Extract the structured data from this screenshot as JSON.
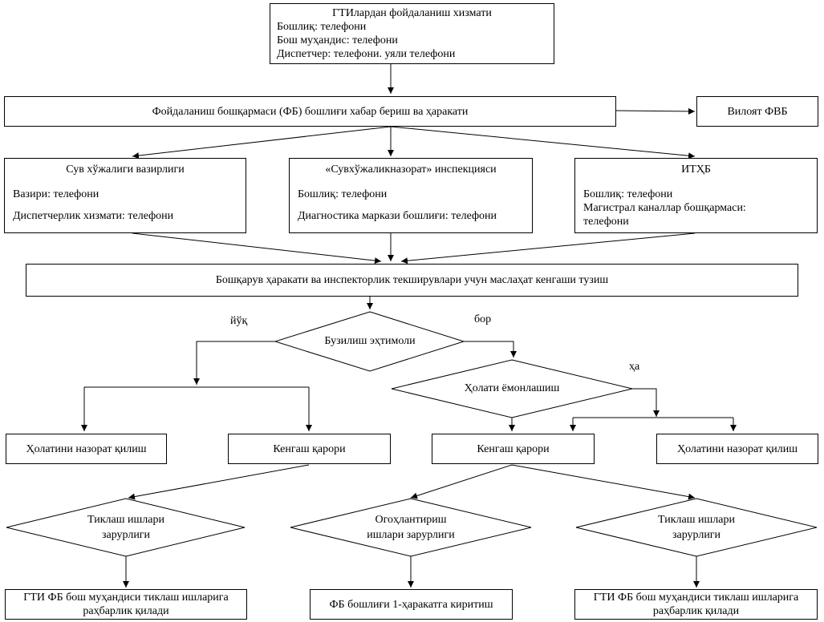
{
  "top": {
    "title": "ГТИлардан фойдаланиш хизмати",
    "lines": [
      "Бошлиқ: телефони",
      "Бош муҳандис: телефони",
      "Диспетчер: телефони. уяли телефони"
    ]
  },
  "management": "Фойдаланиш бошқармаси (ФБ) бошлиғи хабар бериш ва ҳаракати",
  "region": "Вилоят ФВБ",
  "ministry": {
    "title": "Сув хўжалиги вазирлиги",
    "lines": [
      "Вазири: телефони",
      "Диспетчерлик хизмати: телефони"
    ]
  },
  "inspection": {
    "title": "«Сувхўжаликназорат» инспекцияси",
    "lines": [
      "Бошлиқ: телефони",
      "Диагностика маркази бошлиғи: телефони"
    ]
  },
  "itxb": {
    "title": "ИТҲБ",
    "lines": [
      "Бошлиқ: телефони",
      "Магистрал каналлар бошқармаси:",
      "телефони"
    ]
  },
  "council": "Бошқарув ҳаракати ва инспекторлик текширувлари учун маслаҳат кенгаши тузиш",
  "labels": {
    "no": "йўқ",
    "yes": "бор",
    "yes2": "ҳа"
  },
  "decision1": "Бузилиш эҳтимоли",
  "decision2": "Ҳолати ёмонлашиш",
  "monitor_left": "Ҳолатини назорат қилиш",
  "council_decision_left": "Кенгаш қарори",
  "council_decision_right": "Кенгаш қарори",
  "monitor_right": "Ҳолатини назорат қилиш",
  "need_repair_left": [
    "Тиклаш ишлари",
    "зарурлиги"
  ],
  "need_warning": [
    "Огоҳлантириш",
    "ишлари зарурлиги"
  ],
  "need_repair_right": [
    "Тиклаш ишлари",
    "зарурлиги"
  ],
  "final_left": [
    "ГТИ ФБ бош муҳандиси тиклаш ишларига",
    "раҳбарлик қилади"
  ],
  "final_mid": "ФБ бошлиғи 1-ҳаракатга киритиш",
  "final_right": [
    "ГТИ ФБ бош муҳандиси тиклаш ишларига",
    "раҳбарлик қилади"
  ]
}
